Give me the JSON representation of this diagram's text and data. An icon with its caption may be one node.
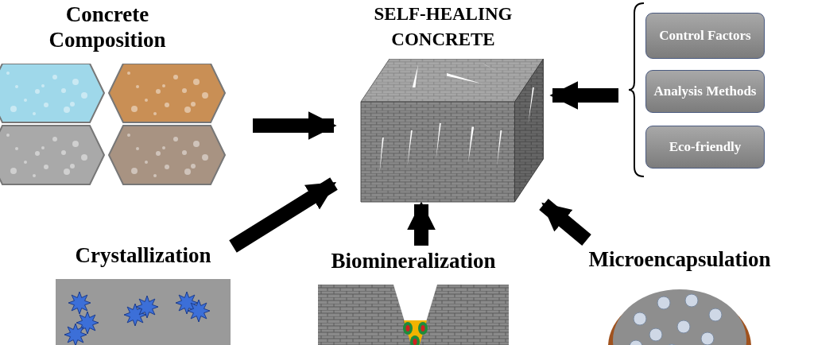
{
  "diagram": {
    "nodes": [
      {
        "text": [
          "Concrete Composition"
        ]
      },
      {
        "text": [
          "SELF-HEALING CONCRETE"
        ]
      },
      {
        "text": [],
        "shape": "bracket"
      },
      {
        "text": [
          "Control Factors"
        ],
        "in": 2
      },
      {
        "text": [
          "Analysis Methods"
        ],
        "in": 2
      },
      {
        "text": [
          "Eco-friendly"
        ],
        "in": 2
      },
      {
        "text": [
          "Crystallization"
        ]
      },
      {
        "text": [
          "Biomineralization"
        ]
      },
      {
        "text": [
          "Microencapsulation"
        ]
      }
    ],
    "edges": [
      {
        "from": 0,
        "to": 1,
        "arrow": "to"
      },
      {
        "from": 2,
        "to": 1,
        "arrow": "to"
      },
      {
        "from": 6,
        "to": 1,
        "arrow": "to"
      },
      {
        "from": 7,
        "to": 1,
        "arrow": "to"
      },
      {
        "from": 8,
        "to": 1,
        "arrow": "to"
      }
    ]
  }
}
